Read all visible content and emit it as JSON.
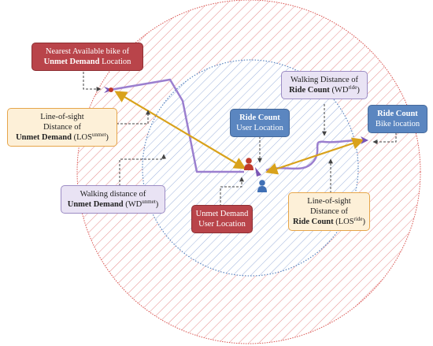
{
  "labels": {
    "nearest_bike": {
      "line1": "Nearest Available bike of",
      "bold": "Unmet Demand",
      "tail": " Location"
    },
    "los_unmet": {
      "line1": "Line-of-sight",
      "line2": "Distance of",
      "bold": "Unmet Demand",
      "abbr": " (LOS",
      "sup": "unmet",
      "close": ")"
    },
    "wd_unmet": {
      "line1": "Walking distance of",
      "bold": "Unmet Demand",
      "abbr": " (WD",
      "sup": "unmet",
      "close": ")"
    },
    "ride_count_user": {
      "bold": "Ride Count",
      "line2": "User Location"
    },
    "unmet_demand_user": {
      "line1": "Unmet Demand",
      "line2": "User Location"
    },
    "wd_ride": {
      "line1": "Walking Distance of",
      "bold": "Ride Count",
      "abbr": " (WD",
      "sup": "ride",
      "close": ")"
    },
    "ride_count_bike": {
      "bold": "Ride Count",
      "line2": "Bike location"
    },
    "los_ride": {
      "line1": "Line-of-sight",
      "line2": "Distance of",
      "bold": "Ride Count",
      "abbr": " (LOS",
      "sup": "ride",
      "close": ")"
    }
  },
  "colors": {
    "outer_hatch": "#e07a7a",
    "outer_border": "#d9534f",
    "inner_hatch": "#8ea6d8",
    "inner_border": "#5b86c0",
    "line_of_sight": "#d9a21b",
    "walking_path": "#9b7fcf",
    "red_box": "#b9444a",
    "blue_box": "#5b86c0",
    "lavender_box": "#e9e3f4",
    "orange_box": "#fdf0d8"
  },
  "icons": [
    "unmet-user-icon",
    "ride-user-icon",
    "bike-marker-icon"
  ]
}
